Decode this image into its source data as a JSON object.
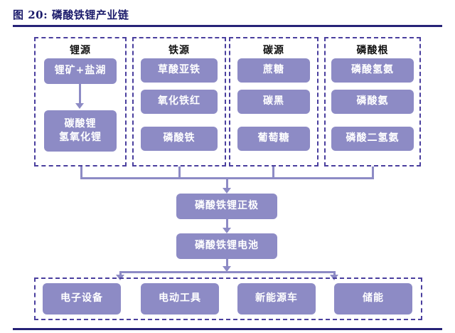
{
  "figure": {
    "label": "图 20:",
    "title": "磷酸铁锂产业链",
    "full_title": "图 20:  磷酸铁锂产业链"
  },
  "colors": {
    "title_navy": "#1b1b6b",
    "rule_navy": "#262277",
    "dashed_border": "#4a3f9e",
    "box_fill": "#8d8bc5",
    "box_text": "#ffffff",
    "connector": "#8d8bc5",
    "background": "#ffffff"
  },
  "groups": [
    {
      "id": "lithium",
      "title": "锂源",
      "items": [
        {
          "label": "锂矿+盐湖",
          "lines": [
            "锂矿+盐湖"
          ]
        },
        {
          "label": "碳酸锂 氢氧化锂",
          "lines": [
            "碳酸锂",
            "氢氧化锂"
          ]
        }
      ]
    },
    {
      "id": "iron",
      "title": "铁源",
      "items": [
        {
          "label": "草酸亚铁",
          "lines": [
            "草酸亚铁"
          ]
        },
        {
          "label": "氧化铁红",
          "lines": [
            "氧化铁红"
          ]
        },
        {
          "label": "磷酸铁",
          "lines": [
            "磷酸铁"
          ]
        }
      ]
    },
    {
      "id": "carbon",
      "title": "碳源",
      "items": [
        {
          "label": "蔗糖",
          "lines": [
            "蔗糖"
          ]
        },
        {
          "label": "碳黑",
          "lines": [
            "碳黑"
          ]
        },
        {
          "label": "葡萄糖",
          "lines": [
            "葡萄糖"
          ]
        }
      ]
    },
    {
      "id": "phosphate",
      "title": "磷酸根",
      "items": [
        {
          "label": "磷酸氢氨",
          "lines": [
            "磷酸氢氨"
          ]
        },
        {
          "label": "磷酸氨",
          "lines": [
            "磷酸氨"
          ]
        },
        {
          "label": "磷酸二氢氨",
          "lines": [
            "磷酸二氢氨"
          ]
        }
      ]
    }
  ],
  "midstream": [
    {
      "id": "cathode",
      "label": "磷酸铁锂正极"
    },
    {
      "id": "battery",
      "label": "磷酸铁锂电池"
    }
  ],
  "applications": {
    "items": [
      {
        "id": "electronics",
        "label": "电子设备"
      },
      {
        "id": "power-tools",
        "label": "电动工具"
      },
      {
        "id": "nev",
        "label": "新能源车"
      },
      {
        "id": "storage",
        "label": "储能"
      }
    ]
  }
}
